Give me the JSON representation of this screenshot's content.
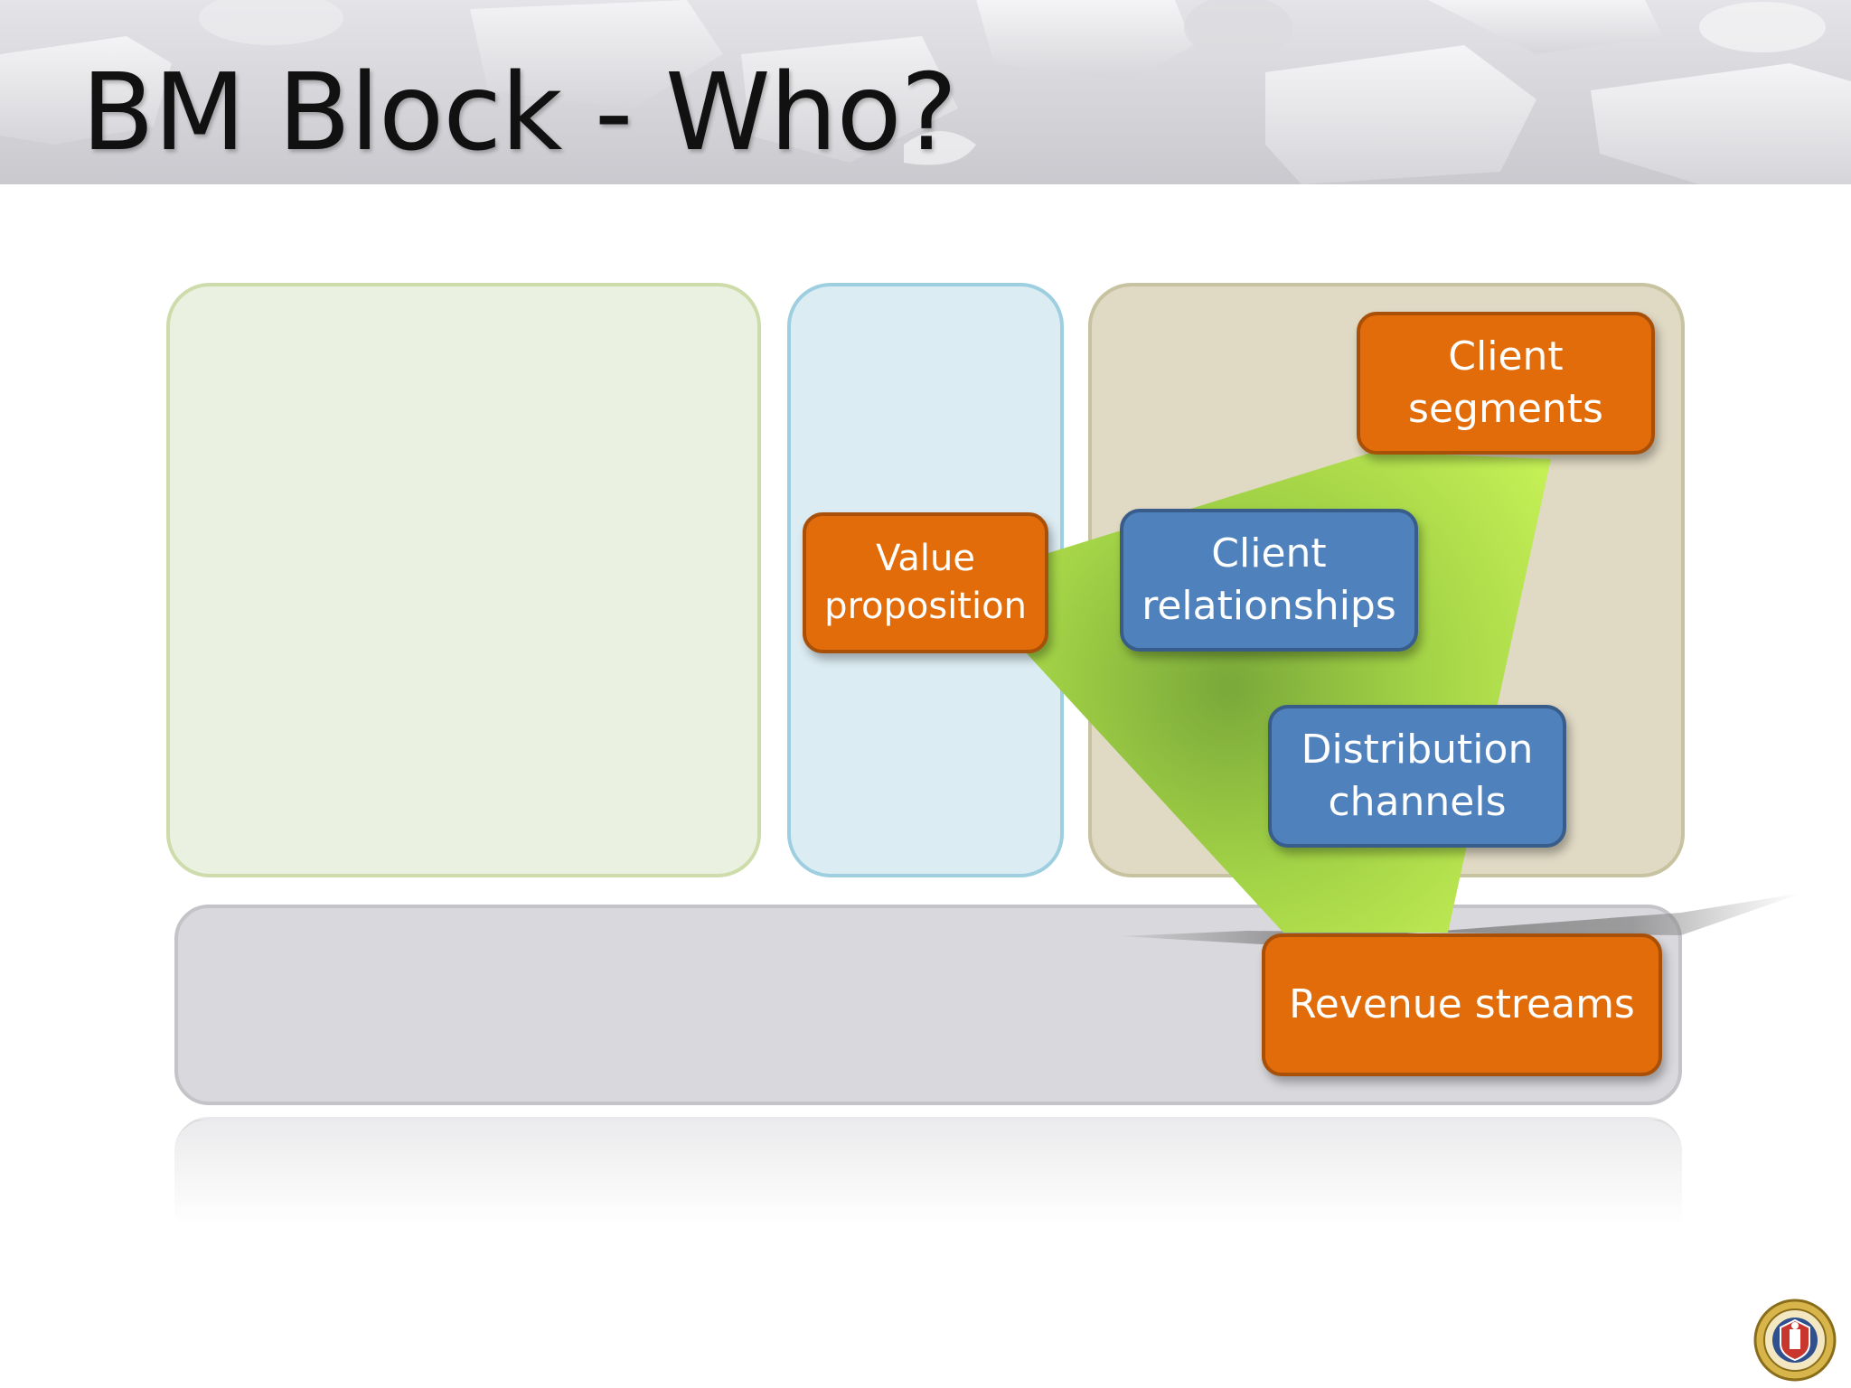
{
  "slide": {
    "title": "BM Block - Who?"
  },
  "diagram": {
    "boxes": {
      "value_proposition": "Value\nproposition",
      "client_segments": "Client\nsegments",
      "client_relationships": "Client\nrelationships",
      "distribution_channels": "Distribution\nchannels",
      "revenue_streams": "Revenue streams"
    }
  },
  "colors": {
    "box_orange": "#e36c0a",
    "box_blue": "#4f81bd",
    "highlight_green": "#b4e34a",
    "panel_left": "#eaf1e0",
    "panel_middle": "#dcecf3",
    "panel_right": "#e0d9c4",
    "panel_bottom": "#d9d8dc"
  },
  "icons": {
    "banner_background": "puzzle-pieces-image",
    "logo": "university-seal-icon"
  }
}
